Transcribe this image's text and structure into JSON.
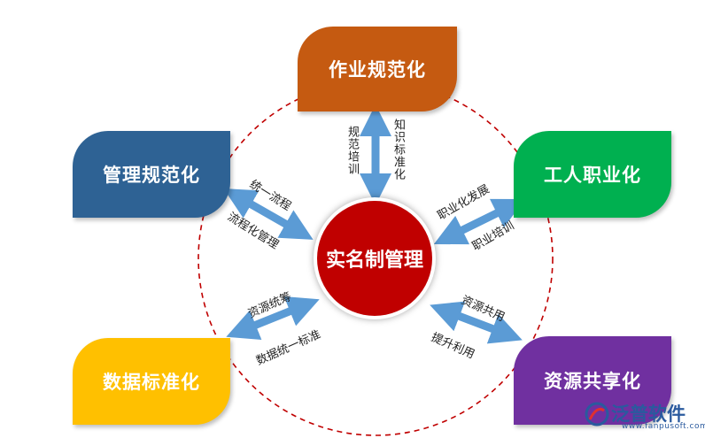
{
  "center": {
    "label": "实名制管理",
    "color": "#c00000"
  },
  "nodes": {
    "top": {
      "label": "作业规范化",
      "color": "#c55a11"
    },
    "left_top": {
      "label": "管理规范化",
      "color": "#2e6294"
    },
    "right_top": {
      "label": "工人职业化",
      "color": "#00b050"
    },
    "left_bottom": {
      "label": "数据标准化",
      "color": "#ffc000"
    },
    "right_bottom": {
      "label": "资源共享化",
      "color": "#7030a0"
    }
  },
  "connectors": {
    "top_left": "规范培训",
    "top_right": "知识标准化",
    "left_top_a": "统一流程",
    "left_top_b": "流程化管理",
    "right_top_a": "职业化发展",
    "right_top_b": "职业培训",
    "left_bottom_a": "资源统筹",
    "left_bottom_b": "数据统一标准",
    "right_bottom_a": "资源共用",
    "right_bottom_b": "提升利用"
  },
  "arrow_color": "#5b9bd5",
  "ring_color": "#c00000",
  "logo": {
    "name": "泛普软件",
    "url": "www.fanpusoft.com"
  }
}
